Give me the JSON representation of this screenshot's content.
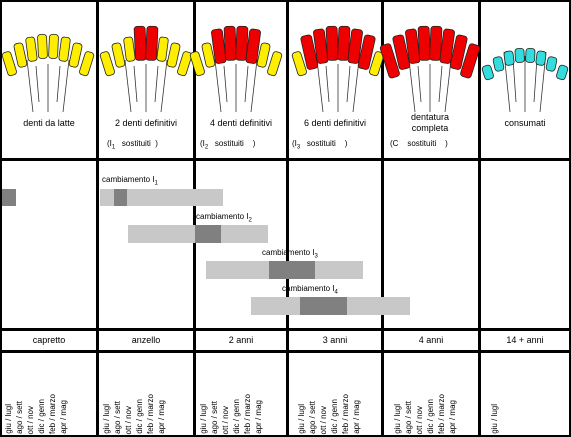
{
  "stages": [
    {
      "title": "denti da latte",
      "tooth_count": 0,
      "worn": false
    },
    {
      "title": "2 denti definitivi",
      "note_letter": "I",
      "note_sub": "1",
      "note_word": "sostituiti",
      "tooth_count": 2,
      "worn": false
    },
    {
      "title": "4 denti definitivi",
      "note_letter": "I",
      "note_sub": "2",
      "note_word": "sostituiti",
      "tooth_count": 4,
      "worn": false
    },
    {
      "title": "6 denti definitivi",
      "note_letter": "I",
      "note_sub": "3",
      "note_word": "sostituiti",
      "tooth_count": 6,
      "worn": false
    },
    {
      "title": "dentatura completa",
      "note_letter": "C",
      "note_sub": "",
      "note_word": "sostituiti",
      "tooth_count": 8,
      "worn": false
    },
    {
      "title": "consumati",
      "tooth_count": 8,
      "worn": true
    }
  ],
  "changes": [
    {
      "label": "cambiamento I",
      "sub": "1"
    },
    {
      "label": "cambiamento I",
      "sub": "2"
    },
    {
      "label": "cambiamento I",
      "sub": "3"
    },
    {
      "label": "cambiamento I",
      "sub": "4"
    }
  ],
  "ages": [
    "capretto",
    "anzello",
    "2 anni",
    "3 anni",
    "4 anni",
    "14 + anni"
  ],
  "months": [
    "giu / lugl",
    "ago / sett",
    "ott / nov",
    "dic / genn",
    "feb / marzo",
    "apr / mag"
  ],
  "colors": {
    "milk": "#ffee00",
    "permanent": "#ee0000",
    "worn": "#33dddd",
    "bar_light": "#c8c8c8",
    "bar_dark": "#808080"
  }
}
